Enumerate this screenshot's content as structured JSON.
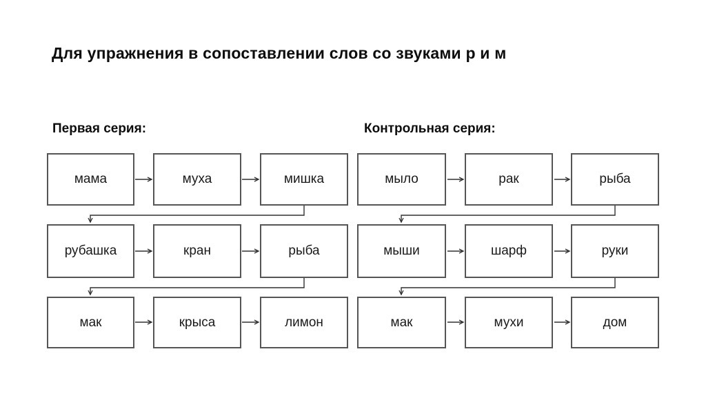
{
  "title": "Для упражнения в сопоставлении слов со звуками р и м",
  "colors": {
    "background": "#ffffff",
    "box_border": "#555555",
    "arrow": "#303030",
    "text": "#1a1a1a"
  },
  "series": [
    {
      "label": "Первая серия:",
      "rows": [
        [
          "мама",
          "муха",
          "мишка"
        ],
        [
          "рубашка",
          "кран",
          "рыба"
        ],
        [
          "мак",
          "крыса",
          "лимон"
        ]
      ]
    },
    {
      "label": "Контрольная серия:",
      "rows": [
        [
          "мыло",
          "рак",
          "рыба"
        ],
        [
          "мыши",
          "шарф",
          "руки"
        ],
        [
          "мак",
          "мухи",
          "дом"
        ]
      ]
    }
  ]
}
